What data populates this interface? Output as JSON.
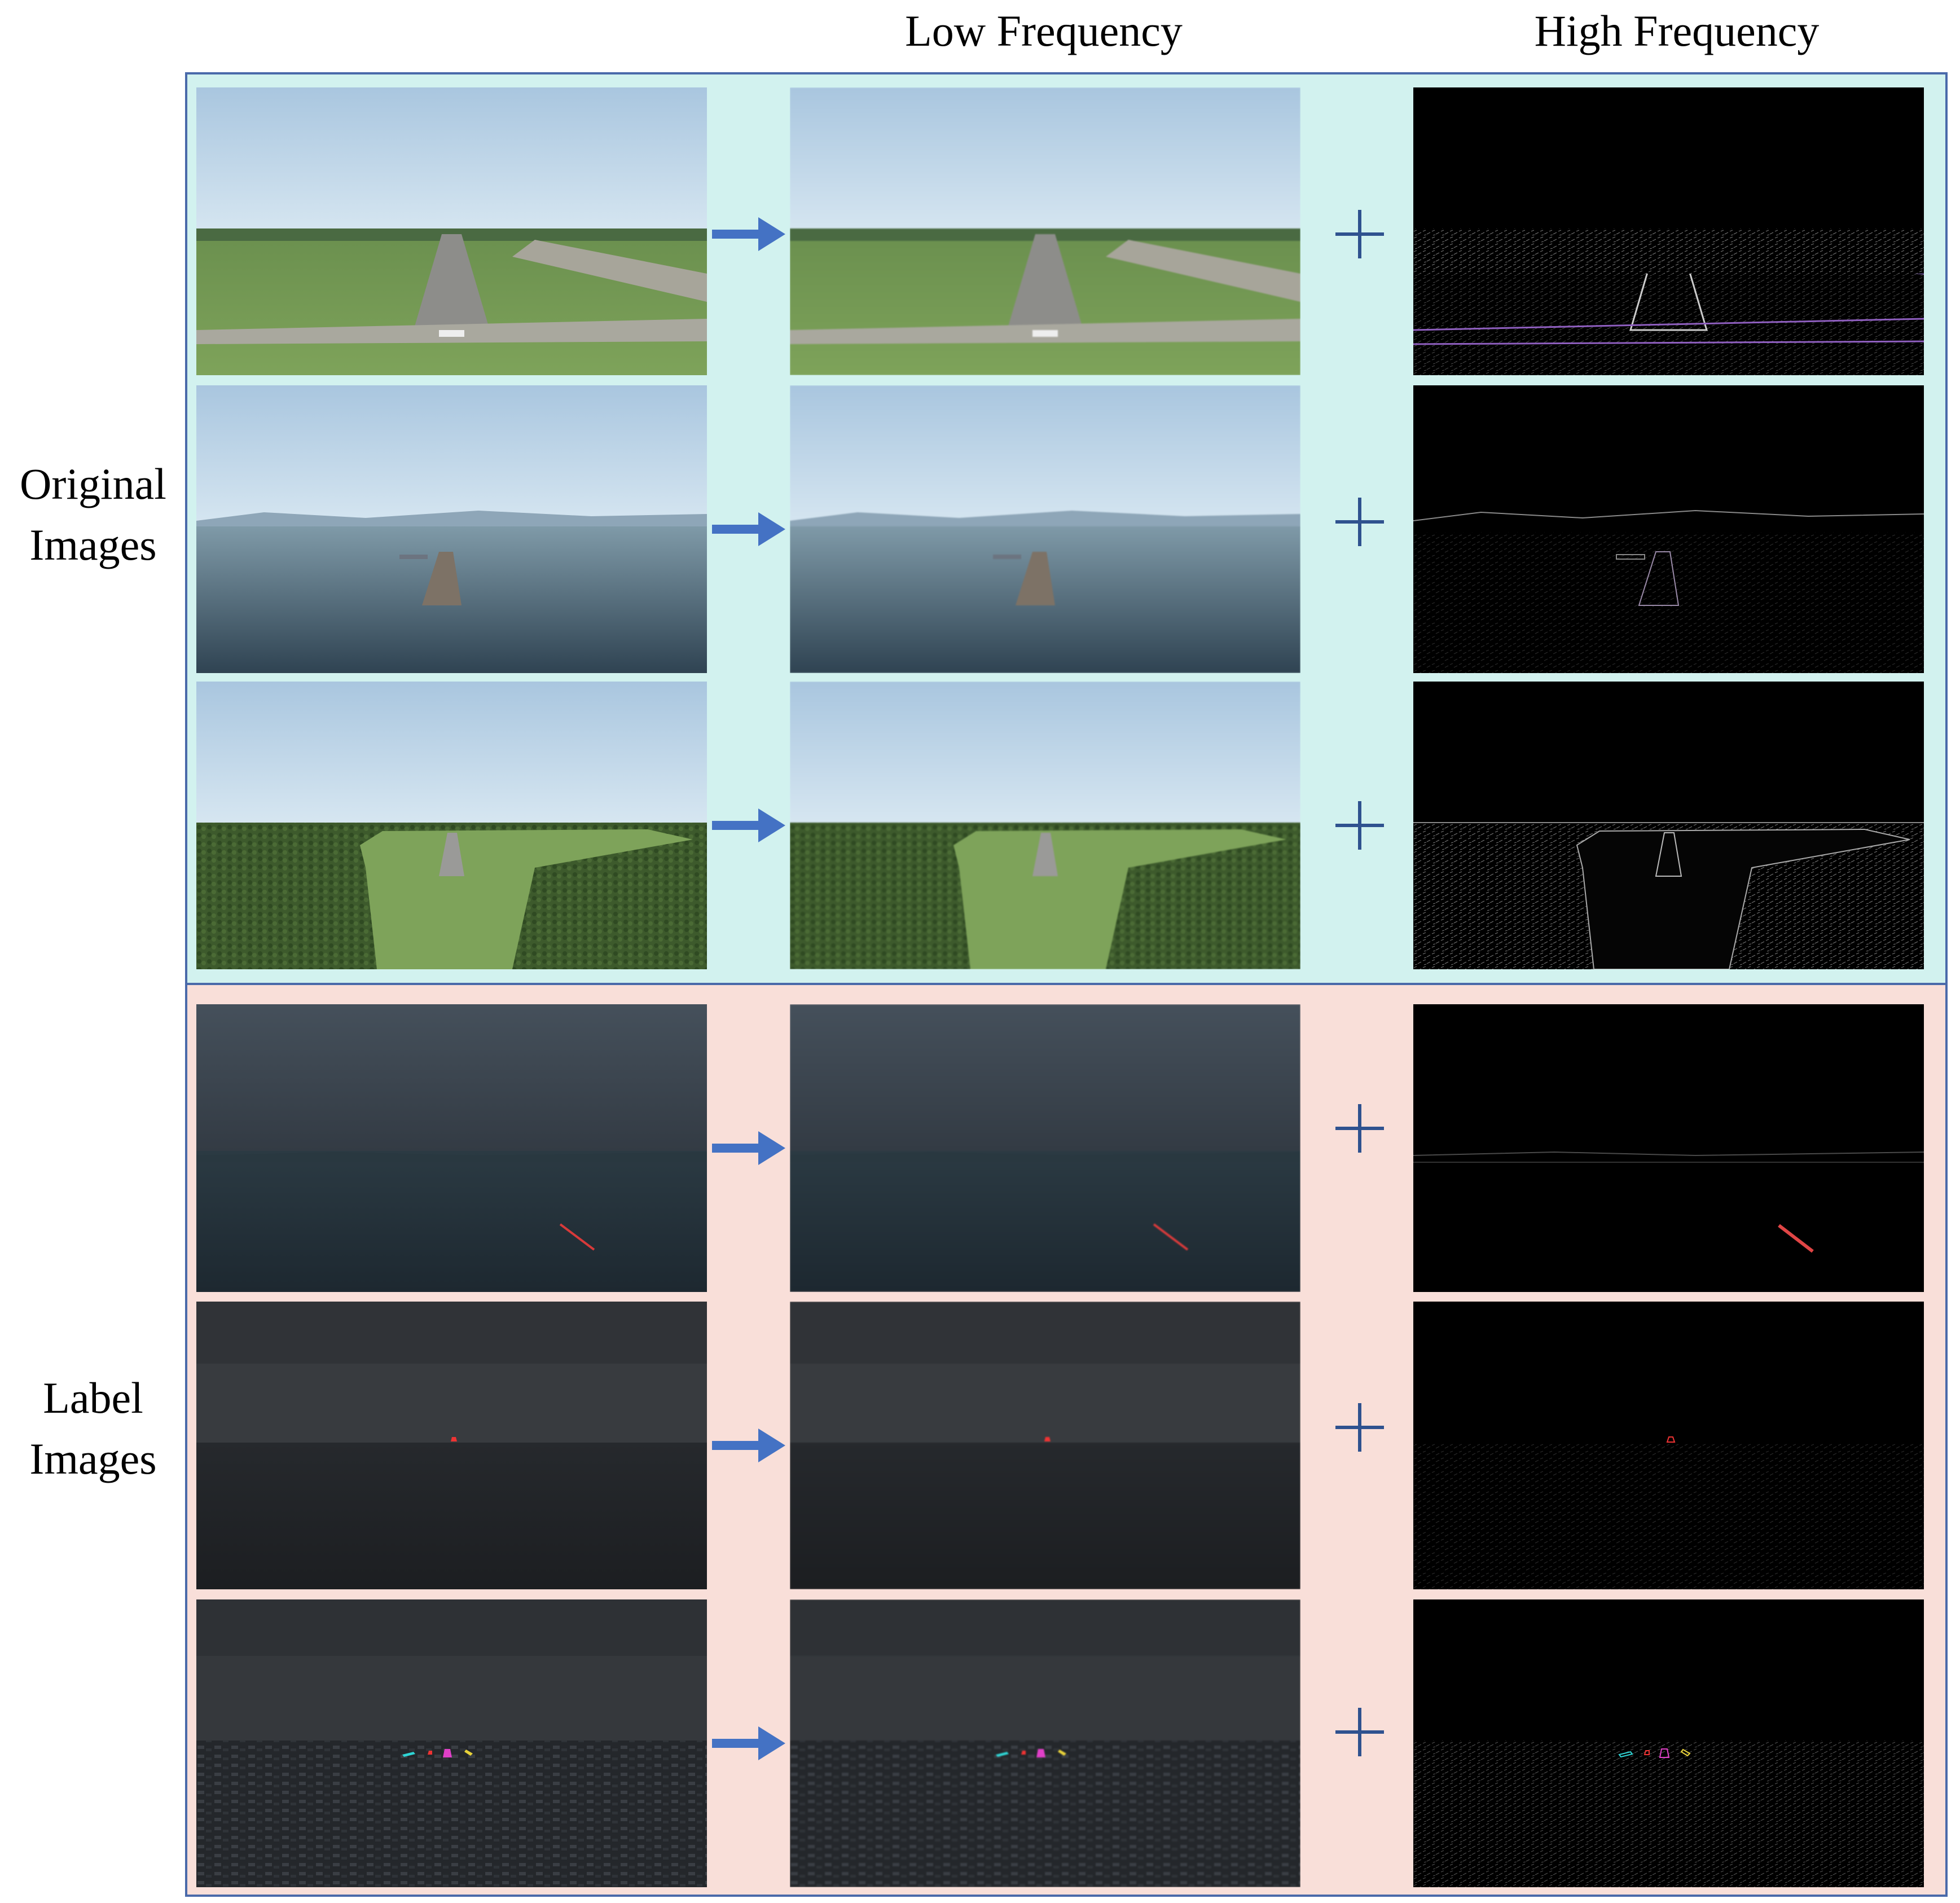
{
  "headers": {
    "low_frequency": "Low Frequency",
    "high_frequency": "High Frequency"
  },
  "side_labels": {
    "original": [
      "Original",
      "Images"
    ],
    "label": [
      "Label",
      "Images"
    ]
  },
  "colors": {
    "frame_border": "#4a6aaa",
    "original_bg": "#d2f2ef",
    "label_bg": "#f9dfd9",
    "arrow": "#4472c4",
    "plus": "#2f528f"
  },
  "rows": [
    {
      "group": "original",
      "scene": "airport-runway-grass"
    },
    {
      "group": "original",
      "scene": "runway-island-sea"
    },
    {
      "group": "original",
      "scene": "runway-forest-clearing"
    },
    {
      "group": "label",
      "scene": "sea-red-line-label"
    },
    {
      "group": "label",
      "scene": "dark-small-red-label"
    },
    {
      "group": "label",
      "scene": "city-colored-labels"
    }
  ]
}
